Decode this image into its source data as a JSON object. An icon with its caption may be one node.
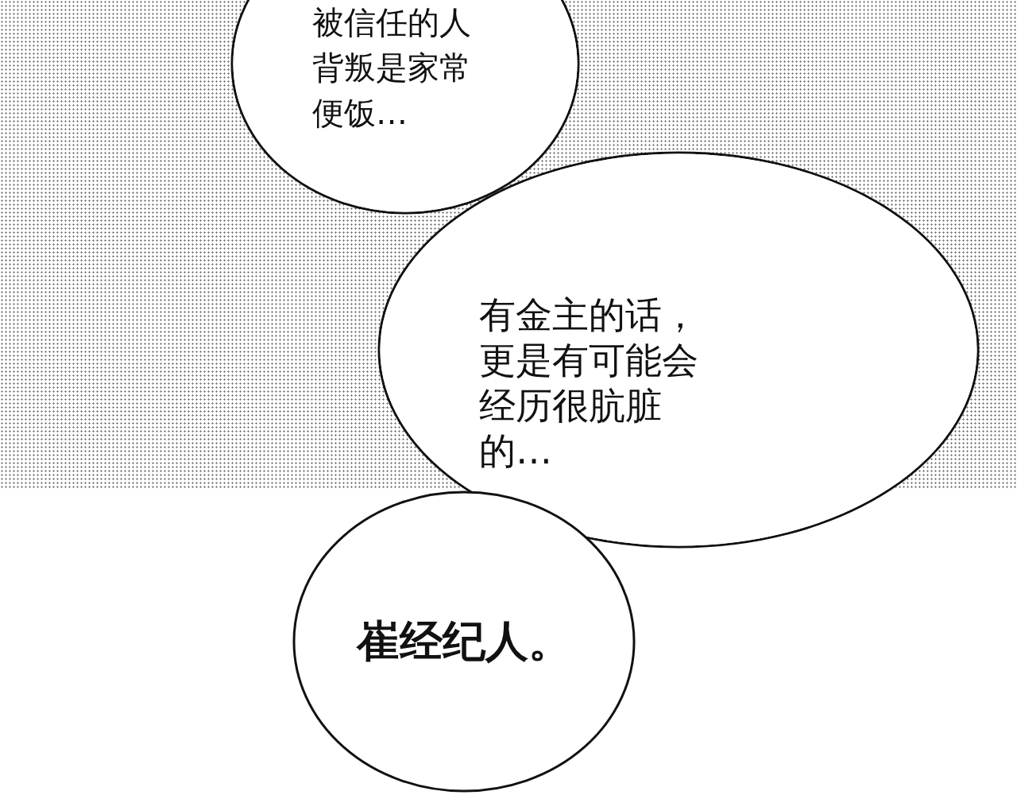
{
  "diagram": {
    "nodes": [
      {
        "text": [
          "被信任的人背叛是家常便饭…"
        ]
      },
      {
        "text": [
          "有金主的话，更是有可能会经历很肮脏的…"
        ]
      },
      {
        "text": [
          "崔经纪人。"
        ]
      }
    ],
    "edges": []
  }
}
